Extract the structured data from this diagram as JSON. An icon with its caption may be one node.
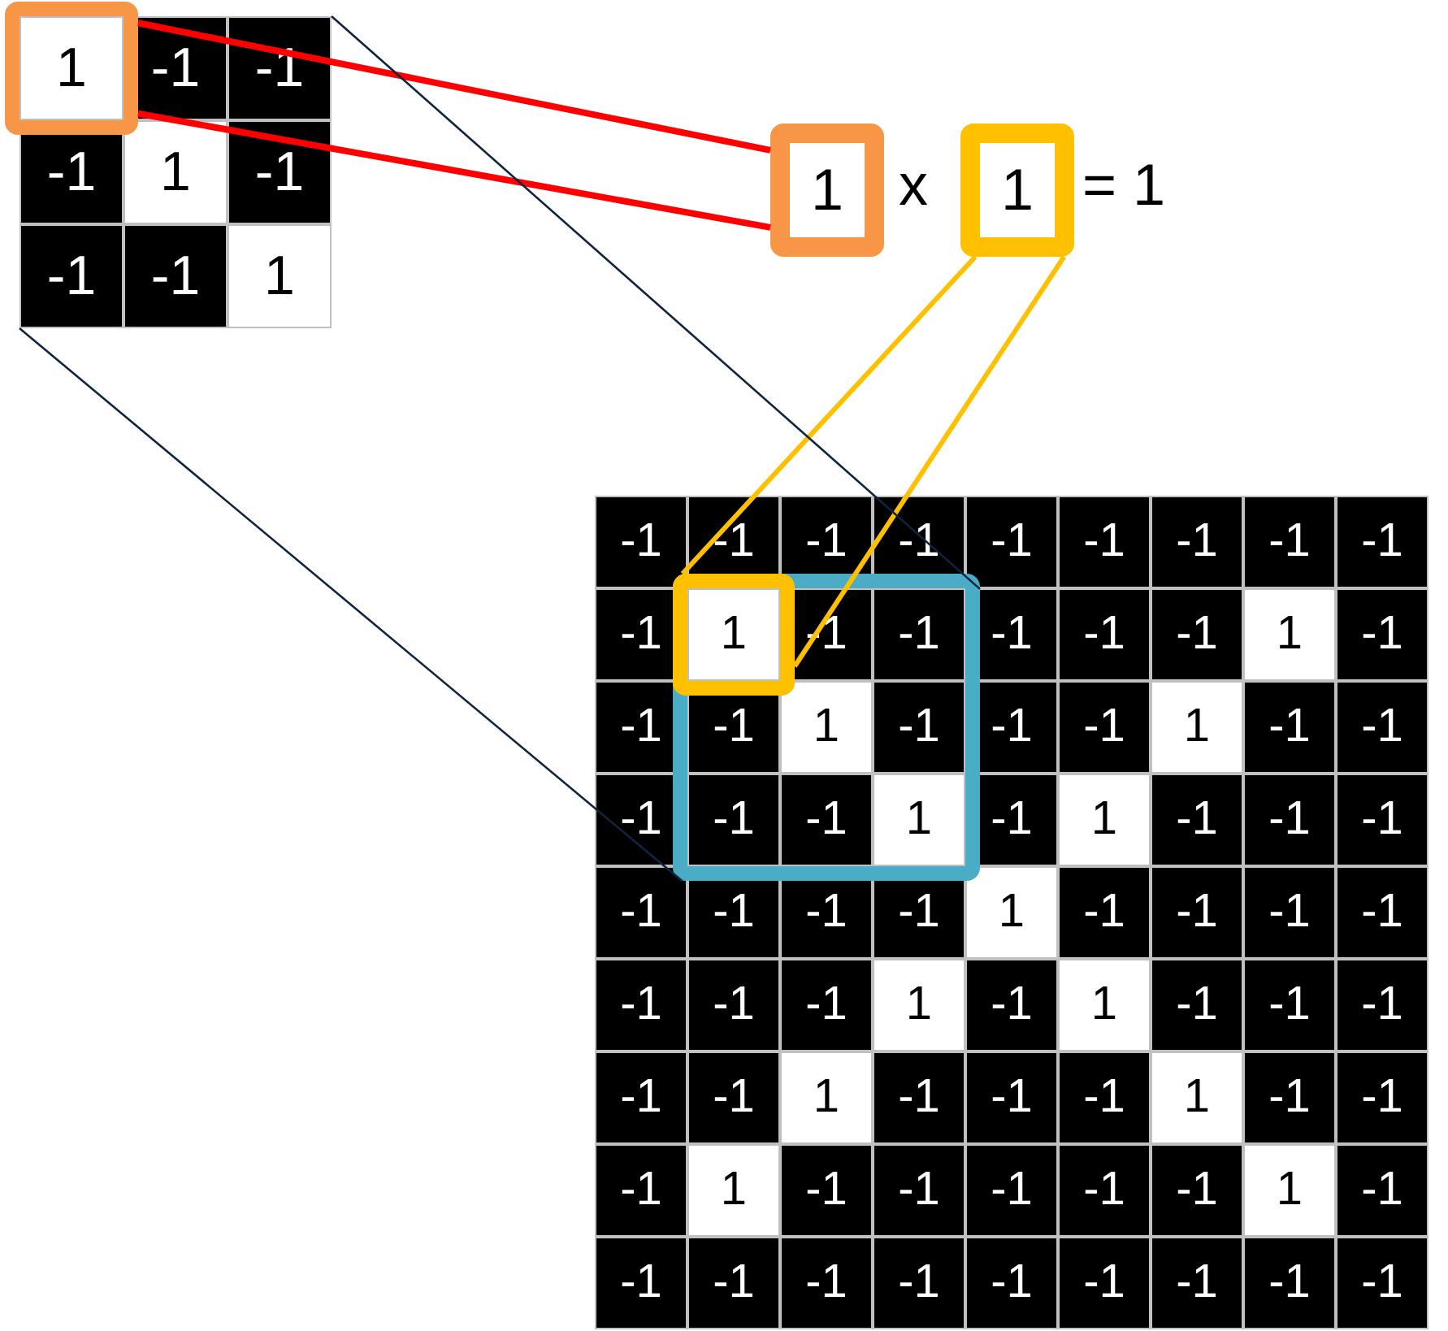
{
  "diagram": {
    "nodes": [
      {
        "text": [
          "-1",
          "-1",
          "-1",
          "1",
          "-1",
          "-1",
          "-1",
          "1"
        ]
      },
      {
        "text": [
          "1"
        ],
        "in": 0
      },
      {
        "text": [
          "1"
        ]
      },
      {
        "text": [
          "1"
        ]
      },
      {
        "text": [
          "-1",
          "-1",
          "-1",
          "-1",
          "-1",
          "-1",
          "-1",
          "-1",
          "-1",
          "-1",
          "-1",
          "-1",
          "-1",
          "1",
          "-1",
          "-1",
          "-1",
          "-1",
          "1",
          "-1",
          "-1",
          "-1",
          "-1",
          "1",
          "-1",
          "-1",
          "-1",
          "-1",
          "-1",
          "-1",
          "-1",
          "1",
          "-1",
          "-1",
          "-1",
          "-1",
          "-1",
          "-1",
          "-1",
          "1",
          "-1",
          "1",
          "-1",
          "-1",
          "-1",
          "-1",
          "-1",
          "1",
          "-1",
          "-1",
          "-1",
          "1",
          "-1",
          "-1",
          "-1",
          "1",
          "-1",
          "-1",
          "-1",
          "-1",
          "-1",
          "1",
          "-1",
          "-1",
          "-1",
          "-1",
          "-1",
          "-1",
          "-1",
          "-1",
          "-1",
          "-1"
        ]
      },
      {
        "text": [
          "-1",
          "-1",
          "-1",
          "1",
          "-1",
          "-1",
          "-1",
          "1"
        ],
        "in": 4
      },
      {
        "text": [
          "1"
        ],
        "in": 5
      }
    ],
    "edges": [
      {
        "from": 1,
        "to": 2,
        "arrow": "none",
        "color": "#ff0000"
      },
      {
        "from": 1,
        "to": 2,
        "arrow": "none",
        "color": "#ff0000"
      },
      {
        "from": 6,
        "to": 3,
        "arrow": "none",
        "color": "#ffc000"
      },
      {
        "from": 6,
        "to": 3,
        "arrow": "none",
        "color": "#ffc000"
      },
      {
        "from": 0,
        "to": 5,
        "arrow": "none",
        "color": "#0f243e"
      },
      {
        "from": 0,
        "to": 5,
        "arrow": "none",
        "color": "#0f243e"
      }
    ],
    "labels": [
      "x",
      "= 1"
    ]
  }
}
